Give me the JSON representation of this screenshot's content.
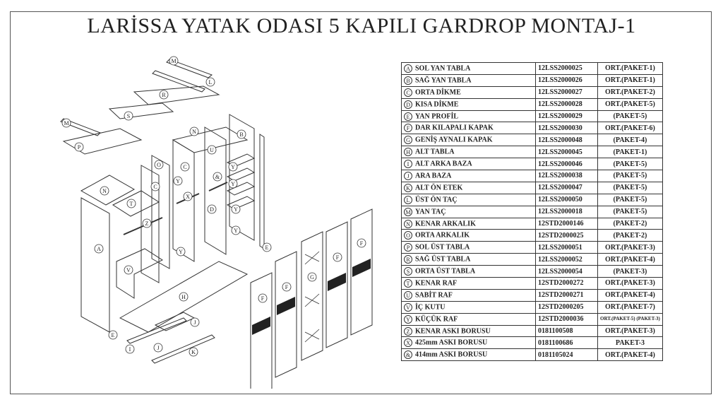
{
  "title": "LARİSSA YATAK ODASI 5 KAPILI GARDROP MONTAJ-1",
  "parts": [
    {
      "key": "A",
      "name": "SOL YAN TABLA",
      "code": "12LSS2000025",
      "package": "ORT.(PAKET-1)"
    },
    {
      "key": "B",
      "name": "SAĞ YAN TABLA",
      "code": "12LSS2000026",
      "package": "ORT.(PAKET-1)"
    },
    {
      "key": "C",
      "name": "ORTA DİKME",
      "code": "12LSS2000027",
      "package": "ORT.(PAKET-2)"
    },
    {
      "key": "D",
      "name": "KISA DİKME",
      "code": "12LSS2000028",
      "package": "ORT.(PAKET-5)"
    },
    {
      "key": "E",
      "name": "YAN PROFİL",
      "code": "12LSS2000029",
      "package": "(PAKET-5)"
    },
    {
      "key": "F",
      "name": "DAR KILAPALI KAPAK",
      "code": "12LSS2000030",
      "package": "ORT.(PAKET-6)"
    },
    {
      "key": "G",
      "name": "GENİŞ AYNALI KAPAK",
      "code": "12LSS2000048",
      "package": "(PAKET-4)"
    },
    {
      "key": "H",
      "name": "ALT TABLA",
      "code": "12LSS2000045",
      "package": "(PAKET-1)"
    },
    {
      "key": "I",
      "name": "ALT ARKA BAZA",
      "code": "12LSS2000046",
      "package": "(PAKET-5)"
    },
    {
      "key": "J",
      "name": "ARA BAZA",
      "code": "12LSS2000038",
      "package": "(PAKET-5)"
    },
    {
      "key": "K",
      "name": "ALT ÖN ETEK",
      "code": "12LSS2000047",
      "package": "(PAKET-5)"
    },
    {
      "key": "L",
      "name": "ÜST ÖN TAÇ",
      "code": "12LSS2000050",
      "package": "(PAKET-5)"
    },
    {
      "key": "M",
      "name": "YAN TAÇ",
      "code": "12LSS2000018",
      "package": "(PAKET-5)"
    },
    {
      "key": "N",
      "name": "KENAR ARKALIK",
      "code": "12STD2000146",
      "package": "(PAKET-2)"
    },
    {
      "key": "O",
      "name": "ORTA ARKALIK",
      "code": "12STD2000025",
      "package": "(PAKET-2)"
    },
    {
      "key": "P",
      "name": "SOL ÜST TABLA",
      "code": "12LSS2000051",
      "package": "ORT.(PAKET-3)"
    },
    {
      "key": "R",
      "name": "SAĞ ÜST TABLA",
      "code": "12LSS2000052",
      "package": "ORT.(PAKET-4)"
    },
    {
      "key": "S",
      "name": "ORTA ÜST TABLA",
      "code": "12LSS2000054",
      "package": "(PAKET-3)"
    },
    {
      "key": "T",
      "name": "KENAR RAF",
      "code": "12STD2000272",
      "package": "ORT.(PAKET-3)"
    },
    {
      "key": "U",
      "name": "SABİT RAF",
      "code": "12STD2000271",
      "package": "ORT.(PAKET-4)"
    },
    {
      "key": "V",
      "name": "İÇ KUTU",
      "code": "12STD2000205",
      "package": "ORT.(PAKET-7)"
    },
    {
      "key": "Y",
      "name": "KÜÇÜK RAF",
      "code": "12STD2000036",
      "package": "ORT.(PAKET-5) (PAKET-3)"
    },
    {
      "key": "Z",
      "name": "KENAR ASKI BORUSU",
      "code": "0181100508",
      "package": "ORT.(PAKET-3)"
    },
    {
      "key": "X",
      "name": "425mm ASKI BORUSU",
      "code": "0181100686",
      "package": "PAKET-3"
    },
    {
      "key": "&",
      "name": "414mm ASKI BORUSU",
      "code": "0181105024",
      "package": "ORT.(PAKET-4)"
    }
  ],
  "diagram_labels": [
    "M",
    "L",
    "R",
    "S",
    "M",
    "P",
    "N",
    "B",
    "O",
    "C",
    "U",
    "Y",
    "C",
    "Y",
    "&",
    "Y",
    "N",
    "T",
    "X",
    "Y",
    "Z",
    "D",
    "Y",
    "A",
    "V",
    "Y",
    "E",
    "H",
    "E",
    "J",
    "I",
    "J",
    "K",
    "F",
    "F",
    "G",
    "F",
    "F"
  ]
}
